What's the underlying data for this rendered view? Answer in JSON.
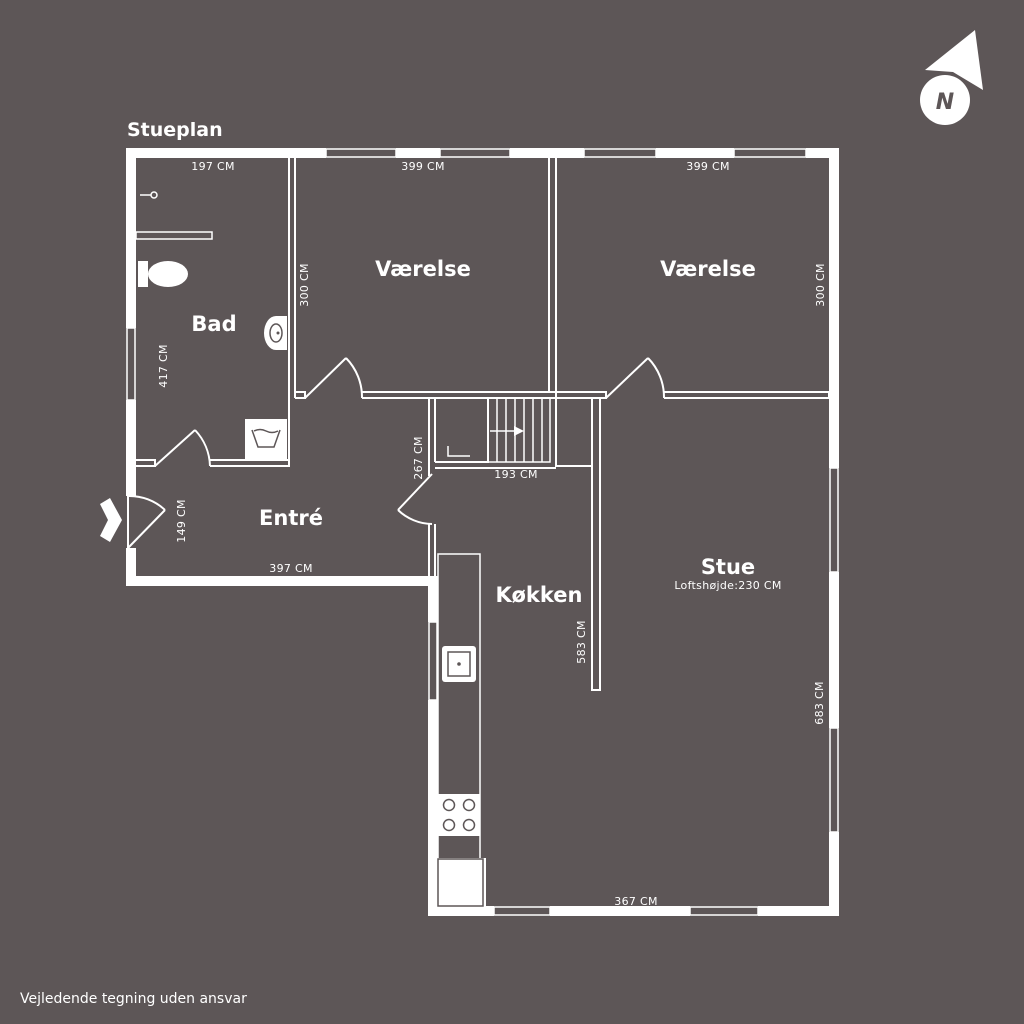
{
  "plan_title": "Stueplan",
  "disclaimer": "Vejledende tegning uden ansvar",
  "compass_letter": "N",
  "colors": {
    "background": "#5d5657",
    "walls": "#ffffff"
  },
  "rooms": {
    "bad": "Bad",
    "vaerelse_left": "Værelse",
    "vaerelse_right": "Værelse",
    "entre": "Entré",
    "kokken": "Køkken",
    "stue": "Stue"
  },
  "ceiling_height": "Loftshøjde:230 CM",
  "dimensions": {
    "bad_width": "197 CM",
    "bad_height": "417 CM",
    "vaerelse_left_width": "399 CM",
    "vaerelse_left_height": "300 CM",
    "vaerelse_right_width": "399 CM",
    "vaerelse_right_height": "300 CM",
    "entre_width": "397 CM",
    "entre_height": "149 CM",
    "hall_height": "267 CM",
    "stair_width": "193 CM",
    "kokken_height": "583 CM",
    "stue_width": "367 CM",
    "stue_height": "683 CM"
  },
  "icons": [
    "compass-icon",
    "entrance-arrow-icon",
    "toilet-icon",
    "sink-icon",
    "shower-icon",
    "bathtub-icon",
    "stove-icon",
    "kitchen-sink-icon",
    "fridge-icon",
    "stair-arrow-icon"
  ]
}
